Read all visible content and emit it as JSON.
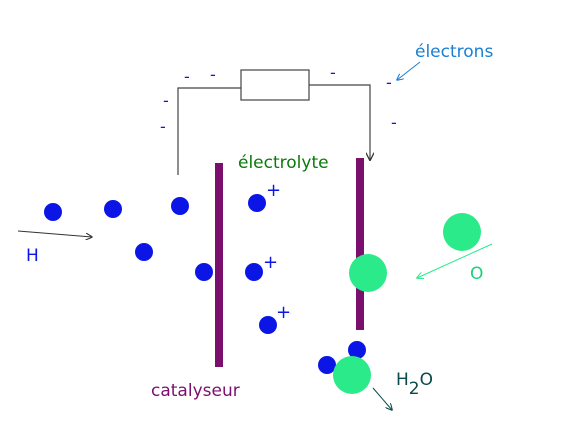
{
  "labels": {
    "electrons": "électrons",
    "electrolyte": "électrolyte",
    "catalyseur": "catalyseur",
    "hydrogen": "H",
    "oxygen": "O",
    "water_base": "H",
    "water_sub": "2",
    "water_tail": "O"
  },
  "symbols": {
    "minus": "-",
    "plus": "+"
  },
  "colors": {
    "hydrogen_ion": "#0b16e6",
    "oxygen_atom": "#2bea8a",
    "electrode": "#7a0f6e",
    "electron_label": "#1a7fd4",
    "electrolyte_label": "#0a7a0a",
    "catalyseur_label": "#7a0f6e",
    "oxygen_label": "#19d27c",
    "water_label": "#0a4a4a",
    "sign": "#0b16e6",
    "wire": "#444444"
  }
}
